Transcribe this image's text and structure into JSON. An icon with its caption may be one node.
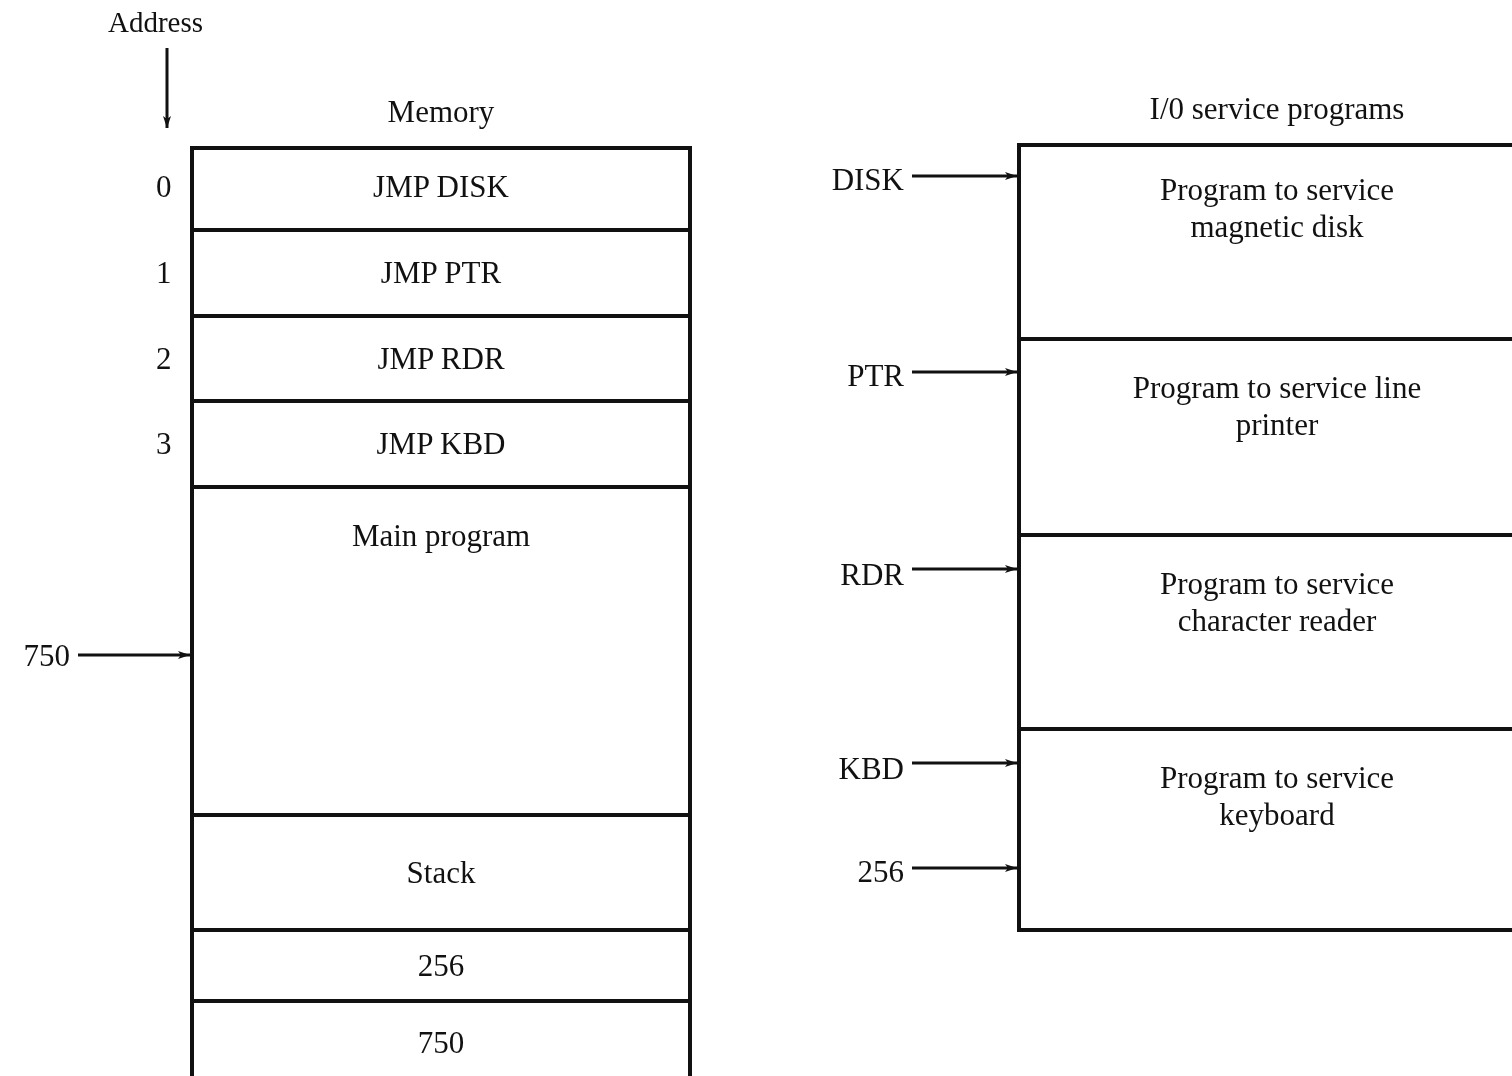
{
  "diagram": {
    "nodes": [
      {
        "text": [
          "Memory"
        ]
      },
      {
        "text": [
          "JMP DISK"
        ],
        "in": 0,
        "beside": [
          "0"
        ]
      },
      {
        "text": [
          "JMP PTR"
        ],
        "in": 0,
        "beside": [
          "1"
        ]
      },
      {
        "text": [
          "JMP RDR"
        ],
        "in": 0,
        "beside": [
          "2"
        ]
      },
      {
        "text": [
          "JMP KBD"
        ],
        "in": 0,
        "beside": [
          "3"
        ]
      },
      {
        "text": [
          "Main program"
        ],
        "in": 0
      },
      {
        "text": [
          "Stack"
        ],
        "in": 0
      },
      {
        "text": [
          "256"
        ],
        "in": 0
      },
      {
        "text": [
          "750"
        ],
        "in": 0
      },
      {
        "text": [
          "750"
        ]
      },
      {
        "text": [
          "I/0 service programs"
        ]
      },
      {
        "text": [
          "Program to service magnetic disk"
        ],
        "in": 10
      },
      {
        "text": [
          "Program to service line printer"
        ],
        "in": 10
      },
      {
        "text": [
          "Program to service character reader"
        ],
        "in": 10
      },
      {
        "text": [
          "Program to service keyboard"
        ],
        "in": 10
      },
      {
        "text": [
          "DISK"
        ]
      },
      {
        "text": [
          "PTR"
        ]
      },
      {
        "text": [
          "RDR"
        ]
      },
      {
        "text": [
          "KBD"
        ]
      },
      {
        "text": [
          "256"
        ]
      }
    ],
    "edges": [
      {
        "from": 9,
        "to": 5,
        "arrow": "to"
      },
      {
        "from": 15,
        "to": 11,
        "arrow": "to"
      },
      {
        "from": 16,
        "to": 12,
        "arrow": "to"
      },
      {
        "from": 17,
        "to": 13,
        "arrow": "to"
      },
      {
        "from": 18,
        "to": 14,
        "arrow": "to"
      },
      {
        "from": 19,
        "to": 14,
        "arrow": "to"
      }
    ],
    "labels": [
      "Address"
    ]
  }
}
